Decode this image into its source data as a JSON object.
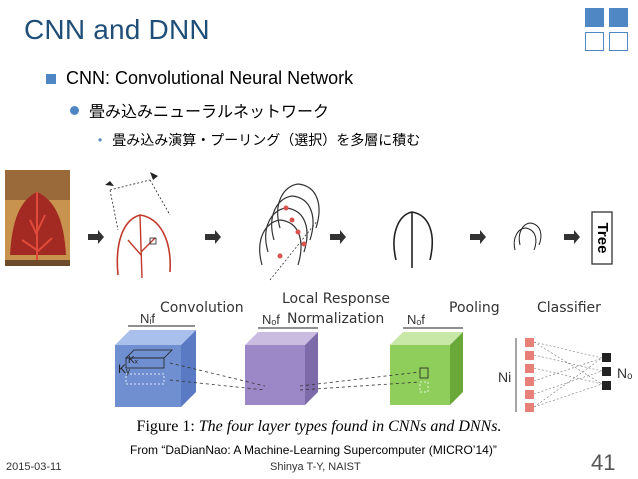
{
  "slide": {
    "title": "CNN and DNN",
    "bullet1": "CNN: Convolutional Neural Network",
    "bullet2": "畳み込みニューラルネットワーク",
    "bullet3": "畳み込み演算・プーリング（選択）を多層に積む"
  },
  "figure": {
    "tree_label": "Tree",
    "stage_labels": [
      "Convolution",
      "Local Response",
      "Normalization",
      "Pooling",
      "Classifier"
    ],
    "conv_nif": "Nᵢf",
    "conv_kx": "Kₓ",
    "conv_ky": "Kᵧ",
    "lrn_nof": "Nₒf",
    "pool_nof": "Nₒf",
    "cls_ni": "Ni",
    "cls_no": "Nₒ",
    "caption_prefix": "Figure 1:",
    "caption_text": "The four layer types found in CNNs and DNNs.",
    "source": "From “DaDianNao: A Machine-Learning Supercomputer (MICRO’14)”"
  },
  "footer": {
    "date": "2015-03-11",
    "author": "Shinya T-Y, NAIST",
    "page": "41"
  },
  "colors": {
    "title": "#1f4e79",
    "accent": "#4f87c5",
    "conv_box": "#6f8fd0",
    "lrn_box": "#9c88c6",
    "pool_box": "#8fce5a",
    "neuron": "#e8807a"
  }
}
